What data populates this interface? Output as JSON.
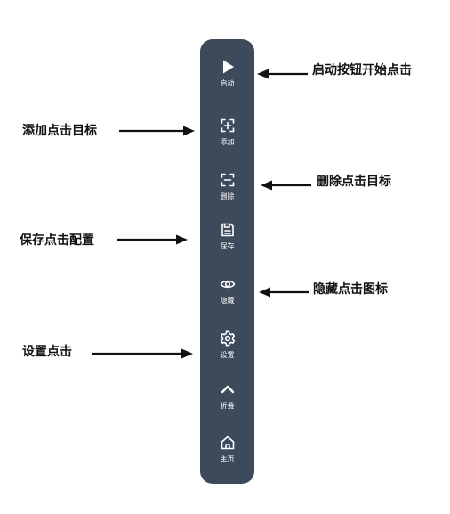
{
  "toolbar": {
    "items": [
      {
        "key": "start",
        "label": "启动",
        "icon": "play-icon"
      },
      {
        "key": "add",
        "label": "添加",
        "icon": "add-target-icon"
      },
      {
        "key": "delete",
        "label": "删除",
        "icon": "remove-target-icon"
      },
      {
        "key": "save",
        "label": "保存",
        "icon": "save-file-icon"
      },
      {
        "key": "hide",
        "label": "隐藏",
        "icon": "eye-icon"
      },
      {
        "key": "settings",
        "label": "设置",
        "icon": "gear-icon"
      },
      {
        "key": "collapse",
        "label": "折叠",
        "icon": "chevron-up-icon"
      },
      {
        "key": "home",
        "label": "主页",
        "icon": "home-icon"
      }
    ]
  },
  "annotations": {
    "start": "启动按钮开始点击",
    "add": "添加点击目标",
    "delete": "删除点击目标",
    "save": "保存点击配置",
    "hide": "隐藏点击图标",
    "settings": "设置点击"
  },
  "colors": {
    "toolbar_bg": "#3d4a5c",
    "icon": "#ffffff",
    "annotation_text": "#111111",
    "arrow": "#111111"
  }
}
